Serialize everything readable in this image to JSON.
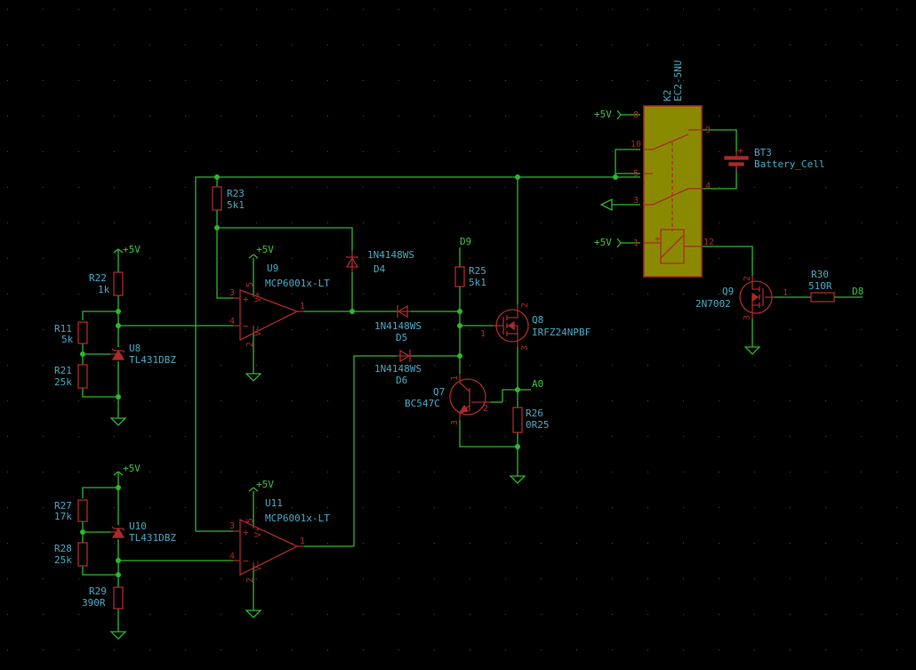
{
  "power": {
    "p5v": "+5V"
  },
  "nets": {
    "d9": "D9",
    "d8": "D8",
    "a0": "A0"
  },
  "relay": {
    "ref": "K2",
    "value": "EC2-5NU",
    "pins": [
      "8",
      "10",
      "5",
      "3",
      "1",
      "9",
      "4",
      "12"
    ]
  },
  "battery": {
    "ref": "BT3",
    "value": "Battery_Cell"
  },
  "u9": {
    "ref": "U9",
    "value": "MCP6001x-LT",
    "pins": [
      "3",
      "4",
      "5",
      "2",
      "1"
    ]
  },
  "u11": {
    "ref": "U11",
    "value": "MCP6001x-LT",
    "pins": [
      "3",
      "4",
      "5",
      "2",
      "1"
    ]
  },
  "u8": {
    "ref": "U8",
    "value": "TL431DBZ"
  },
  "u10": {
    "ref": "U10",
    "value": "TL431DBZ"
  },
  "q7": {
    "ref": "Q7",
    "value": "BC547C",
    "pins": [
      "1",
      "2",
      "3"
    ]
  },
  "q8": {
    "ref": "Q8",
    "value": "IRFZ24NPBF",
    "pins": [
      "1",
      "2",
      "3"
    ]
  },
  "q9": {
    "ref": "Q9",
    "value": "2N7002",
    "pins": [
      "1",
      "2",
      "3"
    ]
  },
  "d4": {
    "ref": "D4",
    "value": "1N4148WS"
  },
  "d5": {
    "ref": "D5",
    "value": "1N4148WS"
  },
  "d6": {
    "ref": "D6",
    "value": "1N4148WS"
  },
  "r11": {
    "ref": "R11",
    "value": "5k"
  },
  "r21": {
    "ref": "R21",
    "value": "25k"
  },
  "r22": {
    "ref": "R22",
    "value": "1k"
  },
  "r23": {
    "ref": "R23",
    "value": "5k1"
  },
  "r25": {
    "ref": "R25",
    "value": "5k1"
  },
  "r26": {
    "ref": "R26",
    "value": "0R25"
  },
  "r27": {
    "ref": "R27",
    "value": "17k"
  },
  "r28": {
    "ref": "R28",
    "value": "25k"
  },
  "r29": {
    "ref": "R29",
    "value": "390R"
  },
  "r30": {
    "ref": "R30",
    "value": "510R"
  },
  "colors": {
    "wire": "#2fb52f",
    "body": "#a82a2a",
    "text": "#48a8c0",
    "relay_fill": "#8a8a00"
  }
}
